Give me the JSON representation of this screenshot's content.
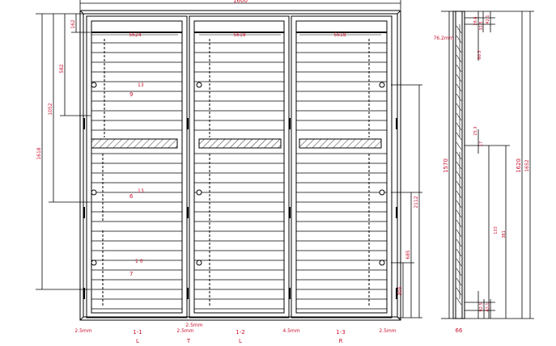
{
  "drawing": {
    "top_dimension": "1600",
    "left_dims": [
      "1618",
      "1052",
      "582",
      "162"
    ],
    "panel_top_widths": [
      "5624",
      "5618",
      "5618"
    ],
    "louver_numbers_left": [
      "13",
      "9",
      "13",
      "6",
      "1 0",
      "7"
    ],
    "side_dims_right": [
      "2112",
      "685",
      "305"
    ],
    "bottom_gaps": [
      "2.5mm",
      "2.5mm",
      "4.5mm",
      "2.5mm"
    ],
    "bottom_gap_center": "2.5mm",
    "panel_codes": [
      "1-1",
      "1-2",
      "1-3"
    ],
    "panel_orient": [
      "L",
      "T",
      "L",
      "R"
    ],
    "side_view": {
      "left_label": "1570",
      "middle_label": "1620",
      "right_label": "1652",
      "frame_label": "76.2mm",
      "bottom_label": "66",
      "small_labels": [
        "28.6",
        "32.5",
        "42.1",
        "60.3",
        "25.3",
        "17",
        "133",
        "381",
        "92.5",
        "42.1"
      ]
    }
  }
}
